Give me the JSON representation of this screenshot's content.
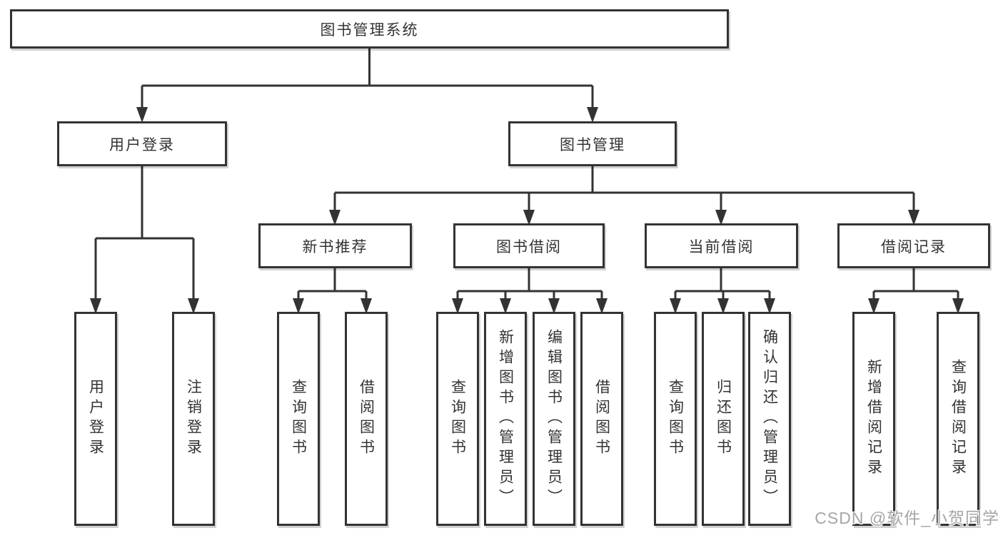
{
  "diagram": {
    "tree": {
      "label": "图书管理系统",
      "children": [
        {
          "label": "用户登录",
          "children": [
            {
              "label": "用户登录"
            },
            {
              "label": "注销登录"
            }
          ]
        },
        {
          "label": "图书管理",
          "children": [
            {
              "label": "新书推荐",
              "children": [
                {
                  "label": "查询图书"
                },
                {
                  "label": "借阅图书"
                }
              ]
            },
            {
              "label": "图书借阅",
              "children": [
                {
                  "label": "查询图书"
                },
                {
                  "label": "新增图书（管理员）"
                },
                {
                  "label": "编辑图书（管理员）"
                },
                {
                  "label": "借阅图书"
                }
              ]
            },
            {
              "label": "当前借阅",
              "children": [
                {
                  "label": "查询图书"
                },
                {
                  "label": "归还图书"
                },
                {
                  "label": "确认归还（管理员）"
                }
              ]
            },
            {
              "label": "借阅记录",
              "children": [
                {
                  "label": "新增借阅记录"
                },
                {
                  "label": "查询借阅记录"
                }
              ]
            }
          ]
        }
      ]
    },
    "colors": {
      "line": "#333333",
      "box_fill": "#ffffff",
      "text": "#333333",
      "watermark": "#a6a6a6"
    }
  },
  "watermark": {
    "text": "CSDN @软件_小贺同学"
  }
}
